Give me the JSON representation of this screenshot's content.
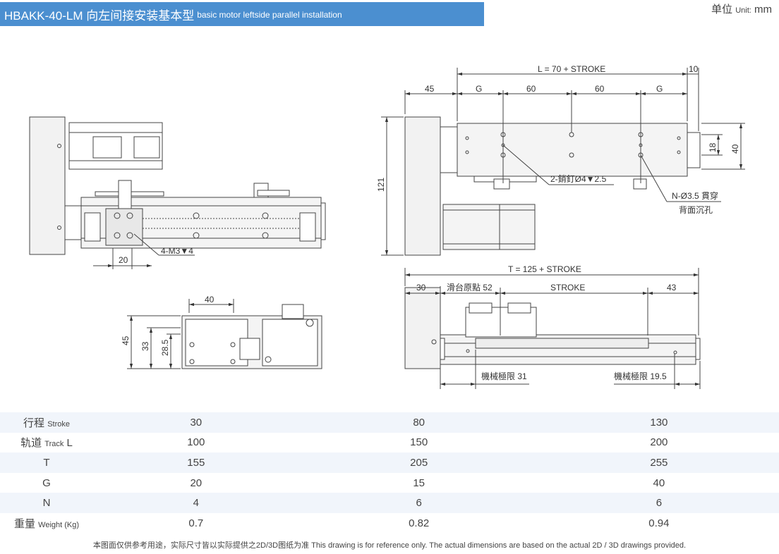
{
  "header": {
    "title_main": "HBAKK-40-LM 向左间接安装基本型",
    "title_sub": "basic motor leftside parallel installation",
    "unit_label": "单位",
    "unit_small": "Unit:",
    "unit_value": "mm"
  },
  "drawing": {
    "top_view": {
      "dim_20": "20",
      "note_m3": "4-M3▼4"
    },
    "end_view": {
      "dim_40": "40",
      "dim_45": "45",
      "dim_33": "33",
      "dim_28_5": "28.5"
    },
    "right_top_view": {
      "dim_L": "L = 70 + STROKE",
      "dim_10": "10",
      "dim_45": "45",
      "dim_G1": "G",
      "dim_60a": "60",
      "dim_60b": "60",
      "dim_G2": "G",
      "dim_121": "121",
      "dim_18": "18",
      "dim_40": "40",
      "note_pin": "2-銷釘Ø4▼2.5",
      "note_hole1": "N-Ø3.5 貫穿",
      "note_hole2": "背面沉孔"
    },
    "side_view": {
      "dim_T": "T = 125 + STROKE",
      "dim_30": "30",
      "origin": "滑台原點 52",
      "stroke": "STROKE",
      "dim_43": "43",
      "limit_31": "機械極限 31",
      "limit_19_5": "機械極限 19.5"
    }
  },
  "table": {
    "rows": [
      {
        "label": "行程",
        "label_small": "Stroke",
        "label_suffix": "",
        "values": [
          "30",
          "80",
          "130"
        ]
      },
      {
        "label": "轨道",
        "label_small": "Track",
        "label_suffix": " L",
        "values": [
          "100",
          "150",
          "200"
        ]
      },
      {
        "label": "T",
        "label_small": "",
        "label_suffix": "",
        "values": [
          "155",
          "205",
          "255"
        ]
      },
      {
        "label": "G",
        "label_small": "",
        "label_suffix": "",
        "values": [
          "20",
          "15",
          "40"
        ]
      },
      {
        "label": "N",
        "label_small": "",
        "label_suffix": "",
        "values": [
          "4",
          "6",
          "6"
        ]
      },
      {
        "label": "重量",
        "label_small": "Weight (Kg)",
        "label_suffix": "",
        "values": [
          "0.7",
          "0.82",
          "0.94"
        ]
      }
    ]
  },
  "footer": "本图面仅供参考用途，实际尺寸皆以实际提供之2D/3D图纸为准 This drawing is for reference only. The actual dimensions are based on the actual 2D / 3D drawings provided."
}
